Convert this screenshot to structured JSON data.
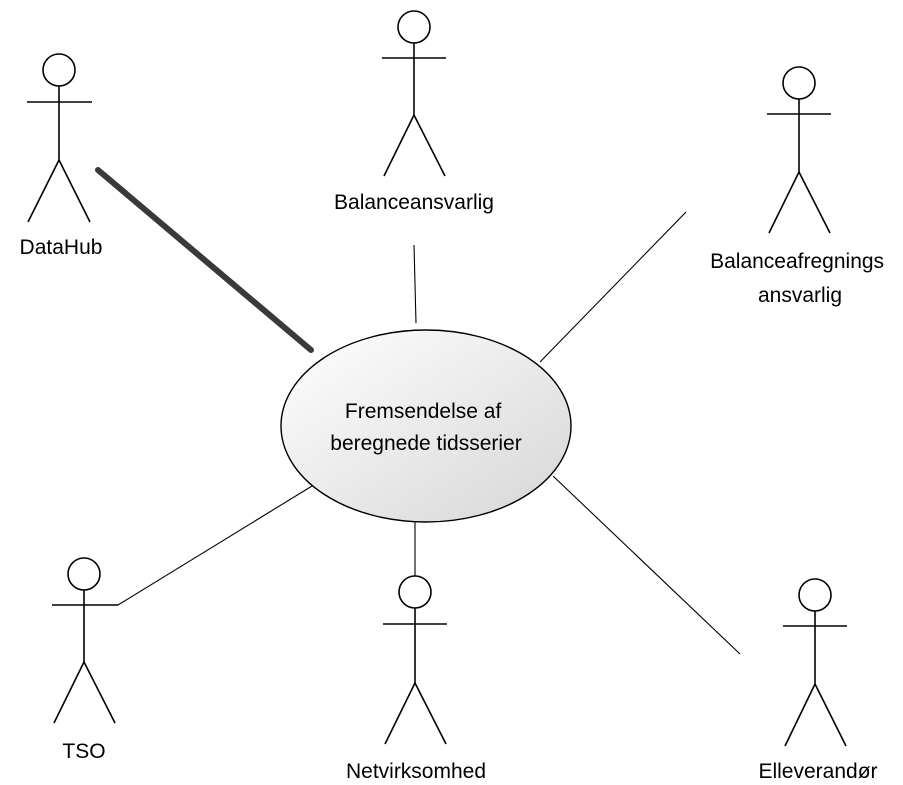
{
  "use_case": {
    "label_lines": [
      "Fremsendelse af",
      "beregnede tidsserier"
    ],
    "fill_light": "#ffffff",
    "fill_dark": "#d6d6d6"
  },
  "actors": [
    {
      "id": "datahub",
      "label_lines": [
        "DataHub"
      ],
      "association": "emphasized"
    },
    {
      "id": "balanceansvarlig",
      "label_lines": [
        "Balanceansvarlig"
      ],
      "association": "normal"
    },
    {
      "id": "balanceafregningsansvarlig",
      "label_lines": [
        "Balanceafregnings",
        "ansvarlig"
      ],
      "association": "normal"
    },
    {
      "id": "tso",
      "label_lines": [
        "TSO"
      ],
      "association": "normal"
    },
    {
      "id": "netvirksomhed",
      "label_lines": [
        "Netvirksomhed"
      ],
      "association": "normal"
    },
    {
      "id": "elleverandor",
      "label_lines": [
        "Elleverandør"
      ],
      "association": "normal"
    }
  ],
  "colors": {
    "stroke": "#000000",
    "emphasized_line": "#3a3a3a"
  }
}
